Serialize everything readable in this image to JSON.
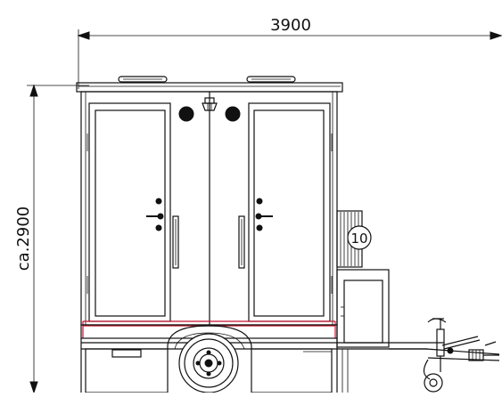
{
  "drawing": {
    "width_dimension": "3900",
    "height_dimension": "ca.2900",
    "callout_number": "10"
  },
  "colors": {
    "line": "#111111",
    "accent_red": "#c8102e",
    "background": "#ffffff"
  },
  "icons": [
    "door-handle-icon",
    "door-lock-icon",
    "vent-icon",
    "light-icon",
    "wheel-icon",
    "tow-hitch-icon"
  ]
}
